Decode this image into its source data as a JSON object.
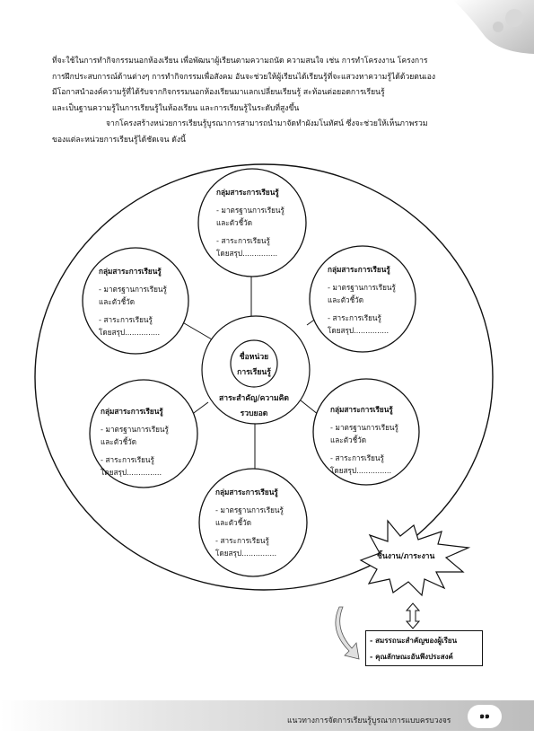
{
  "intro": {
    "lines": [
      "ที่จะใช้ในการทำกิจกรรมนอกห้องเรียน เพื่อพัฒนาผู้เรียนตามความถนัด ความสนใจ เช่น การทำโครงงาน โครงการ",
      "การฝึกประสบการณ์ด้านต่างๆ การทำกิจกรรมเพื่อสังคม อันจะช่วยให้ผู้เรียนได้เรียนรู้ที่จะแสวงหาความรู้ได้ด้วยตนเอง",
      "มีโอกาสนำองค์ความรู้ที่ได้รับจากกิจกรรมนอกห้องเรียนมาแลกเปลี่ยนเรียนรู้ สะท้อนต่อยอดการเรียนรู้",
      "และเป็นฐานความรู้ในการเรียนรู้ในห้องเรียน และการเรียนรู้ในระดับที่สูงขึ้น"
    ],
    "paragraph2": [
      "จากโครงสร้างหน่วยการเรียนรู้บูรณาการสามารถนำมาจัดทำผังมโนทัศน์ ซึ่งจะช่วยให้เห็นภาพรวม",
      "ของแต่ละหน่วยการเรียนรู้ได้ชัดเจน ดังนี้"
    ]
  },
  "diagram": {
    "center": {
      "unit_line1": "ชื่อหน่วย",
      "unit_line2": "การเรียนรู้",
      "concept_line1": "สาระสำคัญ/ความคิด",
      "concept_line2": "รวบยอด"
    },
    "nodes": [
      {
        "title": "กลุ่มสาระการเรียนรู้",
        "item1": "- มาตรฐานการเรียนรู้",
        "item1b": "และตัวชี้วัด",
        "item2": "- สาระการเรียนรู้",
        "item3": "โดยสรุป..............."
      },
      {
        "title": "กลุ่มสาระการเรียนรู้",
        "item1": "- มาตรฐานการเรียนรู้",
        "item1b": "และตัวชี้วัด",
        "item2": "- สาระการเรียนรู้",
        "item3": "โดยสรุป..............."
      },
      {
        "title": "กลุ่มสาระการเรียนรู้",
        "item1": "- มาตรฐานการเรียนรู้",
        "item1b": "และตัวชี้วัด",
        "item2": "- สาระการเรียนรู้",
        "item3": "โดยสรุป..............."
      },
      {
        "title": "กลุ่มสาระการเรียนรู้",
        "item1": "- มาตรฐานการเรียนรู้",
        "item1b": "และตัวชี้วัด",
        "item2": "- สาระการเรียนรู้",
        "item3": "โดยสรุป..............."
      },
      {
        "title": "กลุ่มสาระการเรียนรู้",
        "item1": "- มาตรฐานการเรียนรู้",
        "item1b": "และตัวชี้วัด",
        "item2": "- สาระการเรียนรู้",
        "item3": "โดยสรุป..............."
      },
      {
        "title": "กลุ่มสาระการเรียนรู้",
        "item1": "- มาตรฐานการเรียนรู้",
        "item1b": "และตัวชี้วัด",
        "item2": "- สาระการเรียนรู้",
        "item3": "โดยสรุป..............."
      }
    ],
    "burst_label": "ชิ้นงาน/ภาระงาน",
    "outcomes": [
      "- สมรรถนะสำคัญของผู้เรียน",
      "- คุณลักษณะอันพึงประสงค์"
    ]
  },
  "footer": {
    "title": "แนวทางการจัดการเรียนรู้บูรณาการแบบครบวงจร",
    "page_number": "๑๑"
  }
}
